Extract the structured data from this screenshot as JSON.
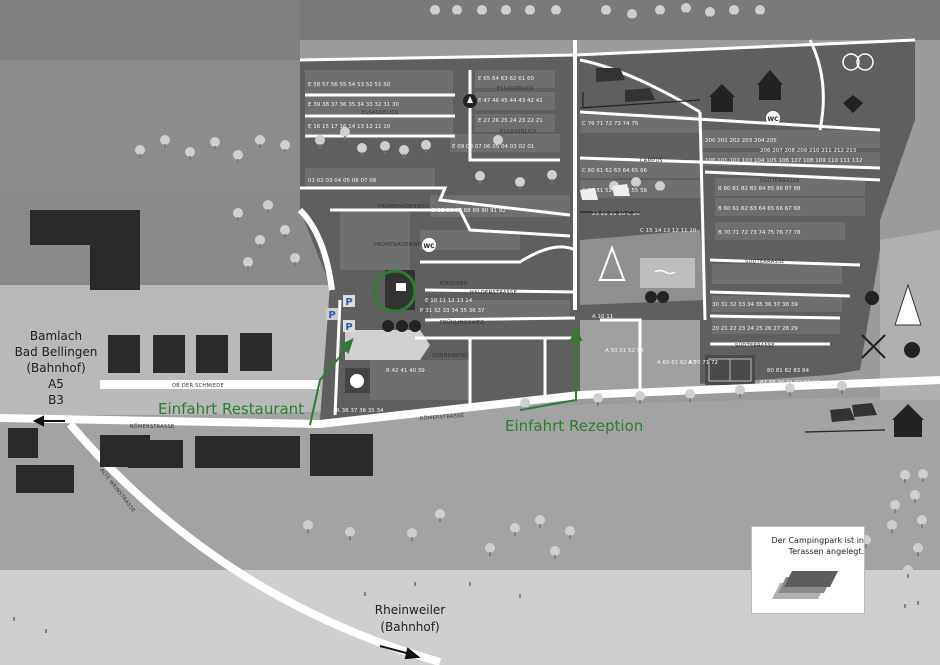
{
  "destinations": {
    "west_lines": [
      "Bamlach",
      "Bad Bellingen",
      "(Bahnhof)",
      "A5",
      "B3"
    ],
    "south_lines": [
      "Rheinweiler",
      "(Bahnhof)"
    ]
  },
  "entrances": {
    "restaurant": "Einfahrt Restaurant",
    "reception": "Einfahrt Rezeption"
  },
  "streets": {
    "roemer_west": "RÖMERSTRASSE",
    "roemer_east": "RÖMERSTRASSE",
    "alte_weinstrasse": "ALTE WEINSTRASSE",
    "ob_der_schmiede": "OB DER SCHMIEDE",
    "promenadenweg_1": "PROMENADENWEG",
    "promenadenweg_2": "PROMENADENWEG",
    "kirschen": "KIRSCHEN",
    "haldenstrasse": "HALDENSTRASSE",
    "fruehlingsweg": "FRÜHLINGSWEG",
    "sonnenring": "SONNENRING",
    "elsass_1": "ELSASSBLICK",
    "elsass_2": "ELSASSBLICK",
    "elsass_3": "ELSASSBLICK",
    "campus": "CAMPUS",
    "suedterrasse_1": "SÜDTERRASSE",
    "suedterrasse_2": "SÜDTERRASSE",
    "suedterrasse_3": "SÜDTERRASSE"
  },
  "labels": {
    "wc1": "WC",
    "wc2": "WC",
    "parking": "P"
  },
  "legend": {
    "text": "Der Campingpark ist in Terassen angelegt."
  },
  "pitch_rows": [
    {
      "text": "E  58  57  56  55  54  53  52  51  50"
    },
    {
      "text": "E  39  38  37  36  35  34  33  32  31  30"
    },
    {
      "text": "E  16  15  17  16  14  13  12  11  10"
    },
    {
      "text": "01  02  03  04  05  06  07  08"
    },
    {
      "text": "E  65  64  63  62  61  60"
    },
    {
      "text": "E  47  46  45  44  43  42  41"
    },
    {
      "text": "E  27  26  25  24  23  22  21"
    },
    {
      "text": "E  09  08  07  06  05  04  03  02  01"
    },
    {
      "text": "C  76  71  72  73  74  75"
    },
    {
      "text": "200  201  202  203  204  205"
    },
    {
      "text": "100  101  102  103  104  105  106  107  108  109  110  111  112"
    },
    {
      "text": "206  207  208  209  210  211  212  213"
    },
    {
      "text": "C  60  61  62  63  64  65  66"
    },
    {
      "text": "C  50  51  52  53  54  55  56"
    },
    {
      "text": "B  80  81  82  83  84  85  86  87  88"
    },
    {
      "text": "B  60  61  62  63  64  65  66  67  68"
    },
    {
      "text": "B  70  71  72  73  74  75  76  77  78"
    },
    {
      "text": "B  85  86  87  88  89  90  91  92"
    },
    {
      "text": "23  22  21  20  C  20"
    },
    {
      "text": "C 15  14  13  12  11  10"
    },
    {
      "text": "30  31  32  33  34  35  36  37  38  39"
    },
    {
      "text": "20  21  22  23  24  25  26  27  28  29"
    },
    {
      "text": "A  10  11"
    },
    {
      "text": "A  50  51  52  53"
    },
    {
      "text": "A  60  61  62  63"
    },
    {
      "text": "A  70  71  72"
    },
    {
      "text": "80  81  82  83  84"
    },
    {
      "text": "87  88  90  91  92  93  94"
    },
    {
      "text": "P  31  32  33  34  35  36  37"
    },
    {
      "text": "R  38  37  36  35  34"
    },
    {
      "text": "R  42  41  40  39"
    },
    {
      "text": "E  10  11  12  13  14"
    }
  ]
}
